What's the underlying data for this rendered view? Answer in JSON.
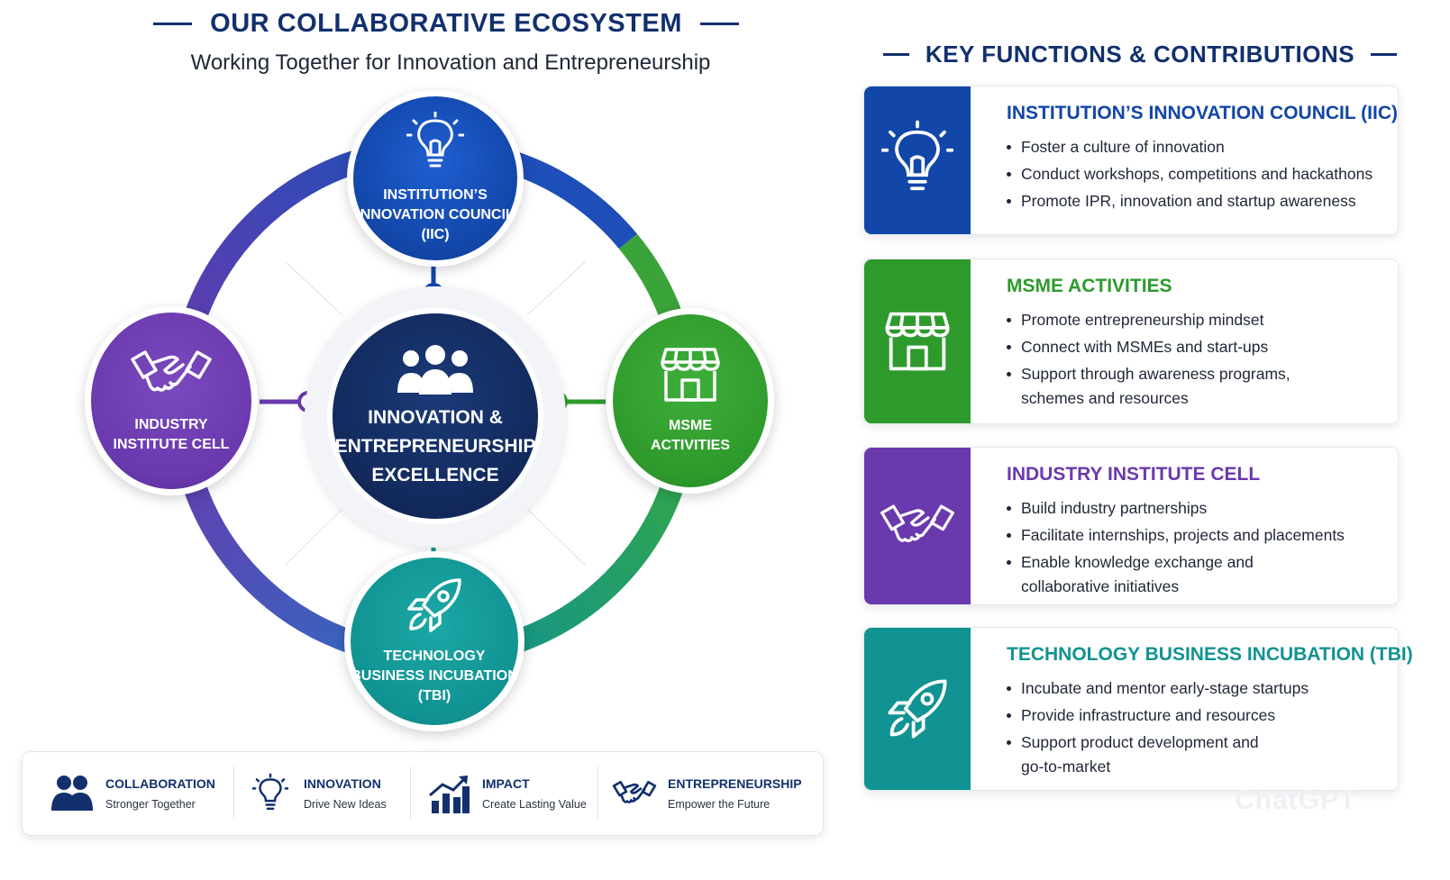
{
  "left_header": {
    "title": "OUR COLLABORATIVE ECOSYSTEM",
    "subtitle": "Working Together for Innovation and Entrepreneurship"
  },
  "diagram": {
    "center": {
      "line1": "INNOVATION &",
      "line2": "ENTREPRENEURSHIP",
      "line3": "EXCELLENCE",
      "icon": "people-group-icon"
    },
    "nodes": {
      "iic": {
        "line1": "INSTITUTION’S",
        "line2": "INNOVATION COUNCIL",
        "line3": "(IIC)",
        "icon": "lightbulb-icon",
        "color": "#1246a8"
      },
      "msme": {
        "line1": "MSME",
        "line2": "ACTIVITIES",
        "icon": "storefront-icon",
        "color": "#2e9a2c"
      },
      "industry": {
        "line1": "INDUSTRY",
        "line2": "INSTITUTE CELL",
        "icon": "handshake-icon",
        "color": "#6a39ad"
      },
      "tbi": {
        "line1": "TECHNOLOGY",
        "line2": "BUSINESS INCUBATION",
        "line3": "(TBI)",
        "icon": "rocket-icon",
        "color": "#109392"
      }
    }
  },
  "right_header": {
    "title": "KEY FUNCTIONS & CONTRIBUTIONS"
  },
  "cards": {
    "iic": {
      "title": "INSTITUTION’S INNOVATION COUNCIL (IIC)",
      "color": "#1246a8",
      "items": [
        "Foster a culture of innovation",
        "Conduct workshops, competitions and hackathons",
        "Promote IPR, innovation and startup awareness"
      ]
    },
    "msme": {
      "title": "MSME ACTIVITIES",
      "color": "#2e9a2c",
      "items": [
        "Promote entrepreneurship mindset",
        "Connect with MSMEs and start-ups",
        "Support through awareness programs, schemes and resources"
      ]
    },
    "industry": {
      "title": "INDUSTRY INSTITUTE CELL",
      "color": "#6a39ad",
      "items": [
        "Build industry partnerships",
        "Facilitate internships, projects and placements",
        "Enable knowledge exchange and collaborative initiatives"
      ]
    },
    "tbi": {
      "title": "TECHNOLOGY BUSINESS INCUBATION (TBI)",
      "color": "#109392",
      "items": [
        "Incubate and mentor early-stage startups",
        "Provide infrastructure and resources",
        "Support product development and go-to-market"
      ]
    }
  },
  "values": [
    {
      "title": "COLLABORATION",
      "subtitle": "Stronger Together",
      "icon": "people-icon"
    },
    {
      "title": "INNOVATION",
      "subtitle": "Drive New Ideas",
      "icon": "lightbulb-icon"
    },
    {
      "title": "IMPACT",
      "subtitle": "Create Lasting Value",
      "icon": "growth-chart-icon"
    },
    {
      "title": "ENTREPRENEURSHIP",
      "subtitle": "Empower the Future",
      "icon": "handshake-icon"
    }
  ],
  "watermark": "ChatGPT"
}
